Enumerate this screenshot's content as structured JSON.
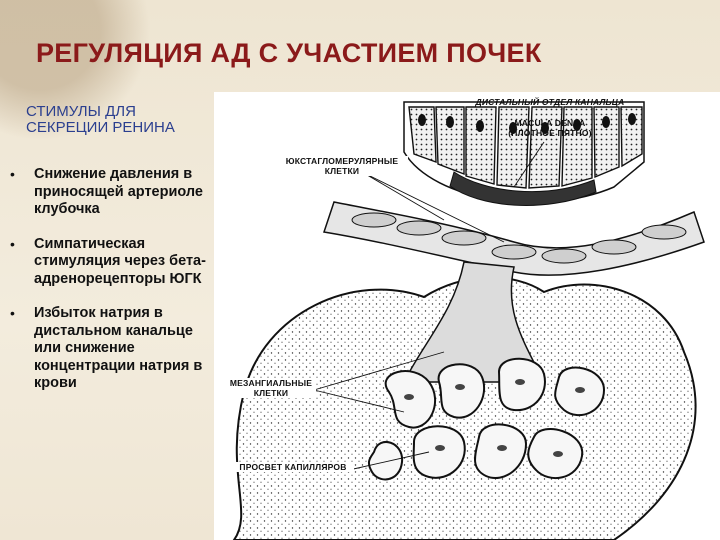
{
  "slide": {
    "title": "РЕГУЛЯЦИЯ АД С УЧАСТИЕМ ПОЧЕК",
    "subtitle": "СТИМУЛЫ ДЛЯ СЕКРЕЦИИ РЕНИНА",
    "bullet_symbol": "•",
    "bullets": [
      "Снижение давления в приносящей артериоле клубочка",
      "Симпатическая стимуляция через бета-адренорецепторы ЮГК",
      "Избыток натрия в дистальном канальце или снижение концентрации натрия в крови"
    ],
    "colors": {
      "title": "#8b1a1a",
      "subtitle": "#2b3f8f",
      "background": "#efe7d6"
    }
  },
  "figure": {
    "labels": {
      "distal": "ДИСТАЛЬНЫЙ ОТДЕЛ КАНАЛЬЦА",
      "macula": "MACULA DENSA (ПЛОТНОЕ ПЯТНО)",
      "jg": "ЮКСТАГЛОМЕРУЛЯРНЫЕ КЛЕТКИ",
      "mesangial": "МЕЗАНГИАЛЬНЫЕ КЛЕТКИ",
      "capillary": "ПРОСВЕТ КАПИЛЛЯРОВ"
    }
  }
}
